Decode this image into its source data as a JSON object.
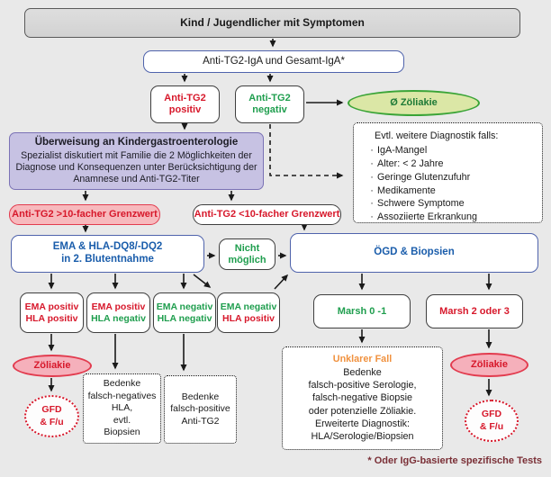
{
  "title": "Kind / Jugendlicher mit Symptomen — Zöliakie-Diagnostik Flussdiagramm",
  "bullet": "·",
  "footnote": "* Oder IgG-basierte spezifische Tests",
  "colors": {
    "background": "#e9e9e9",
    "red_text": "#d7182b",
    "green_text": "#1f9e4e",
    "blue_text": "#1a5dab",
    "blue_border": "#4f63ac",
    "purple_fill": "#c7c2e3",
    "purple_border": "#7b72b5",
    "pink_fill": "#f7b9bd",
    "pink_ellipse_fill": "#f5b0bb",
    "red_border": "#e23b4e",
    "green_ellipse_fill": "#dbe7a6",
    "green_ellipse_border": "#3aa437",
    "orange_text": "#f0913e",
    "footnote_color": "#7a2f36",
    "header_fill": "#d9d9d9"
  },
  "nodes": {
    "header": {
      "label": "Kind / Jugendlicher mit Symptomen"
    },
    "serology": {
      "label": "Anti-TG2-IgA und Gesamt-IgA*"
    },
    "tg2_positiv": {
      "line1": "Anti-TG2",
      "line2": "positiv"
    },
    "tg2_negativ": {
      "line1": "Anti-TG2",
      "line2": "negativ"
    },
    "no_celiac": {
      "label": "Ø Zöliakie"
    },
    "further_diagnostics": {
      "title": "Evtl. weitere Diagnostik falls:",
      "items": [
        "IgA-Mangel",
        "Alter: < 2 Jahre",
        "Geringe Glutenzufuhr",
        "Medikamente",
        "Schwere Symptome",
        "Assoziierte Erkrankung"
      ]
    },
    "referral": {
      "title": "Überweisung an Kindergastroenterologie",
      "body_lines": [
        "Spezialist diskutiert mit Familie die 2 Möglichkeiten der",
        "Diagnose und Konsequenzen unter Berücksichtigung der",
        "Anamnese und Anti-TG2-Titer"
      ]
    },
    "gt10": {
      "label": "Anti-TG2 >10-facher Grenzwert"
    },
    "lt10": {
      "label": "Anti-TG2 <10-facher Grenzwert"
    },
    "ema_hla": {
      "line1": "EMA & HLA-DQ8/-DQ2",
      "line2": "in 2. Blutentnahme"
    },
    "nicht_moeglich": {
      "line1": "Nicht",
      "line2": "möglich"
    },
    "oegd": {
      "label": "ÖGD & Biopsien"
    },
    "result1": {
      "line1": "EMA positiv",
      "line2": "HLA positiv"
    },
    "result2": {
      "line1": "EMA positiv",
      "line2": "HLA negativ"
    },
    "result3": {
      "line1": "EMA negativ",
      "line2": "HLA negativ"
    },
    "result4": {
      "line1": "EMA negativ",
      "line2": "HLA positiv"
    },
    "zoeliakie_left": {
      "label": "Zöliakie"
    },
    "gfd_left": {
      "line1": "GFD",
      "line2": "& F/u"
    },
    "bedenke_hla": {
      "lines": [
        "Bedenke",
        "falsch-negatives",
        "HLA,",
        "evtl.",
        "Biopsien"
      ]
    },
    "bedenke_tg2": {
      "lines": [
        "Bedenke",
        "falsch-positive",
        "Anti-TG2"
      ]
    },
    "marsh_0_1": {
      "label": "Marsh 0 -1"
    },
    "marsh_2_3": {
      "label": "Marsh 2 oder 3"
    },
    "unklarer_fall": {
      "title": "Unklarer Fall",
      "lines": [
        "Bedenke",
        "falsch-positive Serologie,",
        "falsch-negative Biopsie",
        "oder potenzielle Zöliakie.",
        "Erweiterte Diagnostik:",
        "HLA/Serologie/Biopsien"
      ]
    },
    "zoeliakie_right": {
      "label": "Zöliakie"
    },
    "gfd_right": {
      "line1": "GFD",
      "line2": "& F/u"
    }
  }
}
